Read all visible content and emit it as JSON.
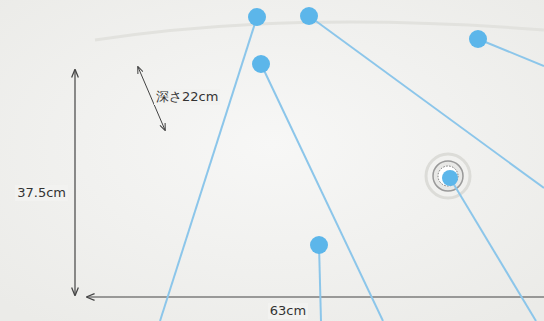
{
  "diagram": {
    "labels": [
      "深さ22cm",
      "37.5cm",
      "63cm"
    ]
  }
}
